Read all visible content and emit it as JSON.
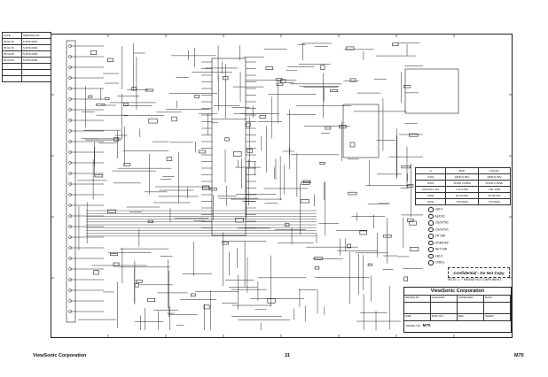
{
  "revision_table": {
    "headers": [
      "DATE",
      "SERVICE NO."
    ],
    "rows": [
      [
        "95.01.30",
        "S-M70-0001"
      ],
      [
        "95.02.15",
        "S-M70-0002"
      ],
      [
        "95.03.08",
        "S-M70-0003"
      ],
      [
        "95.04.20",
        "S-M70-0004"
      ],
      [
        "",
        ""
      ],
      [
        "",
        ""
      ],
      [
        "",
        ""
      ]
    ]
  },
  "spec_table": {
    "rows": [
      [
        "A",
        "B/W",
        "COLOR"
      ],
      [
        "C301",
        "22NF/S 50V",
        "18NF/S 50V"
      ],
      [
        "R401",
        "1K/2W 2 R39K",
        "1K/2W 2 R39K"
      ],
      [
        "R410,411,412",
        "1.2K 1/4W",
        "1.5K 1/4W"
      ],
      [
        "C602",
        "22 UF/16V",
        "33 UF/16V"
      ],
      [
        "Q601",
        "KTC3203",
        "KTC3204"
      ]
    ]
  },
  "connector_labels": [
    "+B1V",
    "AUDIO",
    "CS/SYNC",
    "CS/SYNC",
    "VR SW",
    "HOR/DEF",
    "NET SW",
    "+B1V",
    "CN501"
  ],
  "confidential": "Confidential : Do Not Copy",
  "note": "NOTE: 1. * MEANS NO COMPONENT",
  "title_block": {
    "company": "ViewSonic Corporation",
    "headers": [
      "DRAWN BY",
      "CHECKED",
      "APPROVED",
      "DATE"
    ],
    "row2": [
      "SIZE",
      "DWG NO.",
      "REV",
      "SHEET"
    ],
    "model_label": "MODEL NO.",
    "model": "M70"
  },
  "footer": {
    "company": "ViewSonic Corporation",
    "page": "31",
    "model": "M70"
  }
}
